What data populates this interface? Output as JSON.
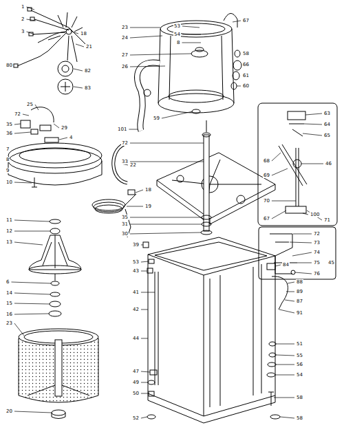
{
  "diagram": {
    "labels": [
      "1",
      "2",
      "3",
      "18",
      "21",
      "80",
      "82",
      "83",
      "25",
      "72",
      "29",
      "35",
      "36",
      "4",
      "7",
      "8",
      "9",
      "10",
      "22",
      "18",
      "19",
      "11",
      "12",
      "13",
      "6",
      "14",
      "15",
      "16",
      "23",
      "20",
      "23",
      "24",
      "27",
      "26",
      "101",
      "72",
      "33",
      "35",
      "31",
      "30",
      "53",
      "54",
      "8",
      "67",
      "58",
      "66",
      "61",
      "60",
      "59",
      "63",
      "64",
      "65",
      "46",
      "68",
      "69",
      "70",
      "100",
      "67",
      "71",
      "72",
      "73",
      "74",
      "75",
      "45",
      "76",
      "39",
      "53",
      "43",
      "41",
      "42",
      "44",
      "47",
      "49",
      "50",
      "52",
      "84",
      "88",
      "89",
      "87",
      "91",
      "51",
      "55",
      "56",
      "54",
      "58",
      "58"
    ]
  }
}
